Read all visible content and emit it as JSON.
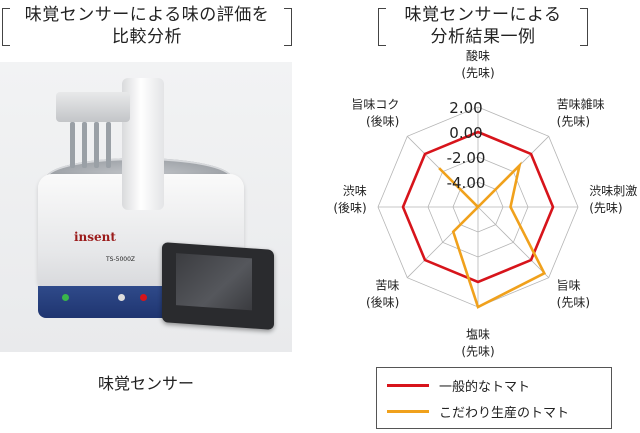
{
  "left_title": [
    "味覚センサーによる味の評価を",
    "比較分析"
  ],
  "right_title": [
    "味覚センサーによる",
    "分析結果一例"
  ],
  "photo": {
    "caption": "味覚センサー",
    "brand": "insent",
    "model": "TS-5000Z"
  },
  "chart_data": {
    "type": "radar",
    "categories": [
      [
        "酸味",
        "(先味)"
      ],
      [
        "苦味雑味",
        "(先味)"
      ],
      [
        "渋味刺激",
        "(先味)"
      ],
      [
        "旨味",
        "(先味)"
      ],
      [
        "塩味",
        "(先味)"
      ],
      [
        "苦味",
        "(後味)"
      ],
      [
        "渋味",
        "(後味)"
      ],
      [
        "旨味コク",
        "(後味)"
      ]
    ],
    "ticks": [
      "2.00",
      "0.00",
      "-2.00",
      "-4.00"
    ],
    "tick_values": [
      2,
      0,
      -2,
      -4
    ],
    "rlim": [
      -6,
      2
    ],
    "series": [
      {
        "name": "一般的なトマト",
        "color": "#d7141b",
        "values": [
          0,
          0,
          0,
          0,
          0,
          0,
          0,
          0
        ]
      },
      {
        "name": "こだわり生産のトマト",
        "color": "#f0a11c",
        "values": [
          -6,
          -1.3,
          -3.4,
          1.5,
          2.0,
          -3.2,
          -6,
          -1.6
        ]
      }
    ],
    "grid": true
  }
}
